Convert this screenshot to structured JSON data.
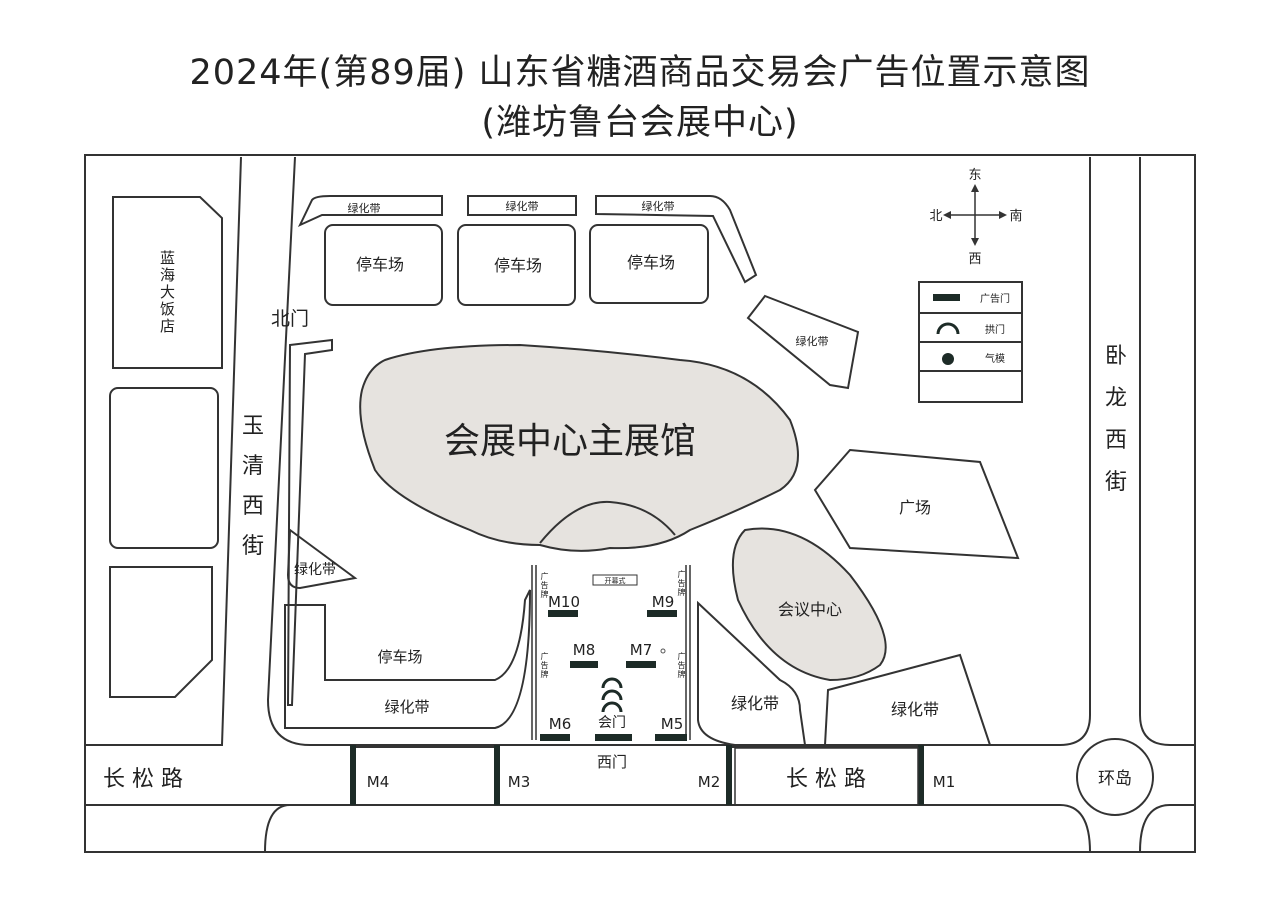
{
  "title": {
    "line1": "2024年(第89届) 山东省糖酒商品交易会广告位置示意图",
    "line2": "(潍坊鲁台会展中心)"
  },
  "compass": {
    "north": "北",
    "south": "南",
    "east": "东",
    "west": "西"
  },
  "legend": [
    {
      "icon": "ad-gate-bar",
      "label": "广告门"
    },
    {
      "icon": "arch-icon",
      "label": "拱门"
    },
    {
      "icon": "balloon-dot",
      "label": "气模"
    }
  ],
  "areas": {
    "hotel": "蓝海大饭店",
    "parking": "停车场",
    "greenbelt": "绿化带",
    "main_hall": "会展中心主展馆",
    "plaza": "广场",
    "conference": "会议中心",
    "north_gate": "北门",
    "west_gate": "西门",
    "meeting_gate": "会门",
    "opening": "开幕式",
    "billboard": "广告牌",
    "roundabout": "环岛"
  },
  "roads": {
    "yuqing": [
      "玉",
      "清",
      "西",
      "街"
    ],
    "wolong": [
      "卧",
      "龙",
      "西",
      "街"
    ],
    "changsong": "长 松 路"
  },
  "markers": [
    "M1",
    "M2",
    "M3",
    "M4",
    "M5",
    "M6",
    "M7",
    "M8",
    "M9",
    "M10"
  ],
  "colors": {
    "hall_fill": "#e6e3df",
    "bar": "#1d2b27",
    "line": "#333333"
  }
}
